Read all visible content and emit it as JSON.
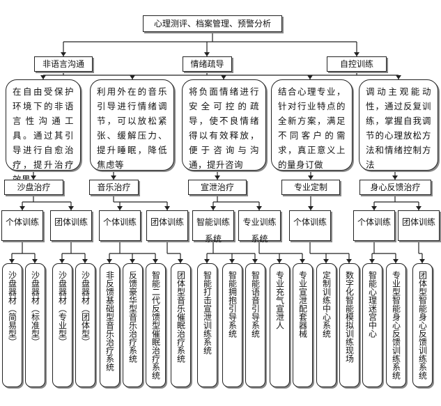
{
  "root": "心理测评、档案管理、预警分析",
  "branches": [
    {
      "label": "非语言沟通",
      "descriptions": [
        "在自由受保护环境下的非语言性沟通工具。通过其引导进行自愈治疗，提升治疗效果。"
      ],
      "groups": [
        {
          "label": "沙盘治疗",
          "units": [
            {
              "label": "个体训练",
              "leaves": [
                "沙盘器材（简易型）",
                "沙盘器材（标准型）"
              ]
            },
            {
              "label": "团体训练",
              "leaves": [
                "沙盘器材（专业型）",
                "沙盘器材（团体型）"
              ]
            }
          ]
        }
      ]
    },
    {
      "label": "情绪疏导",
      "descriptions": [
        "利用外在的音乐引导进行情绪调节，可以放松紧张、缓解压力、提升睡眠，降低焦虑等",
        "将负面情绪进行安全可控的疏导，使不良情绪得以有效释放，便于咨询与沟通，提升咨询"
      ],
      "groups": [
        {
          "label": "音乐治疗",
          "units": [
            {
              "label": "个体训练",
              "leaves": [
                "非反馈基础型音乐治疗系统",
                "反馈豪华型音乐治疗系统",
                "智能二代反馈型催眠治疗系统"
              ]
            },
            {
              "label": "团体训练",
              "leaves": [
                "团体型音乐催眠治疗系统"
              ]
            }
          ]
        },
        {
          "label": "宣泄治疗",
          "units": [
            {
              "label": "智能训练系统",
              "leaves": [
                "智能打击宣泄训练系统",
                "智能拥抱引导系统",
                "智能语音引导系统"
              ]
            },
            {
              "label": "专业训练系统",
              "leaves": [
                "专业充气宣泄人",
                "专业宣泄配套器械"
              ]
            }
          ]
        }
      ]
    },
    {
      "label": "自控训练",
      "descriptions": [
        "结合心理专业，针对行业特点的全新方案，满足不同客户的需求，真正意义上的量身订做",
        "调动主观能动性，通过反复训练，掌握自我调节的心理放松方法和情绪控制方法"
      ],
      "groups": [
        {
          "label": "专业定制",
          "units": [
            {
              "label": "个体训练",
              "leaves": [
                "定制训练中心系统",
                "数字化智能模拟训练现场"
              ]
            }
          ]
        },
        {
          "label": "身心反馈治疗",
          "units": [
            {
              "label": "个体训练",
              "leaves": [
                "智能心理迷宫中心",
                "专业型智能身心反馈训练系统"
              ]
            },
            {
              "label": "团体训练",
              "leaves": [
                "团体型智能身心反馈训练系统"
              ]
            }
          ]
        }
      ]
    }
  ]
}
